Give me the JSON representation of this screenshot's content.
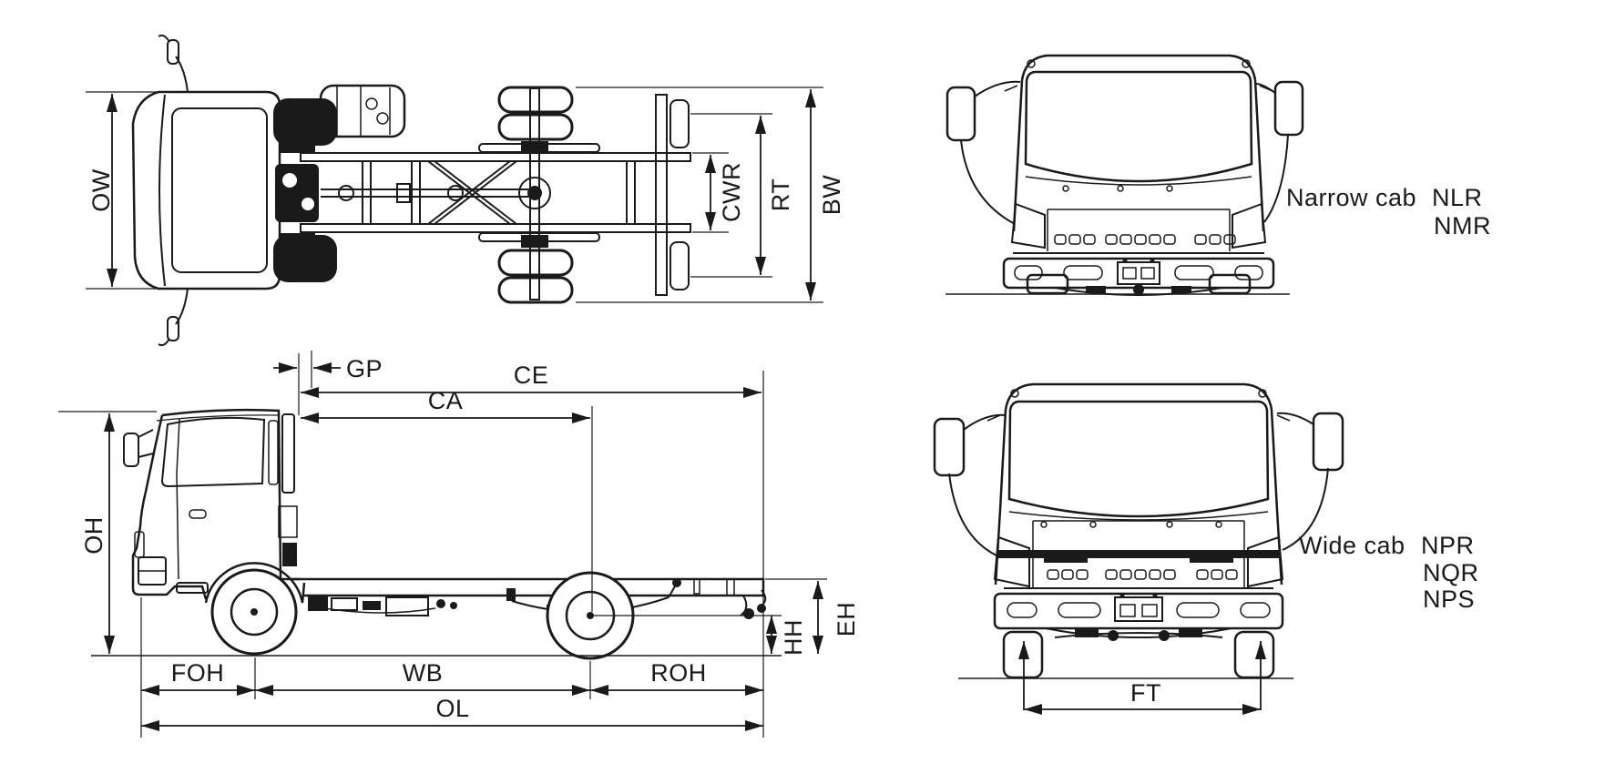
{
  "diagram": {
    "dims": {
      "ow": "OW",
      "cwr": "CWR",
      "rt": "RT",
      "bw": "BW",
      "gp": "GP",
      "ce": "CE",
      "ca": "CA",
      "oh": "OH",
      "hh": "HH",
      "eh": "EH",
      "foh": "FOH",
      "wb": "WB",
      "roh": "ROH",
      "ol": "OL",
      "ft": "FT"
    },
    "cabs": {
      "narrow": {
        "label": "Narrow cab",
        "models": [
          "NLR",
          "NMR"
        ]
      },
      "wide": {
        "label": "Wide cab",
        "models": [
          "NPR",
          "NQR",
          "NPS"
        ]
      }
    },
    "colors": {
      "line": "#1a1a1a",
      "background": "#ffffff"
    }
  }
}
